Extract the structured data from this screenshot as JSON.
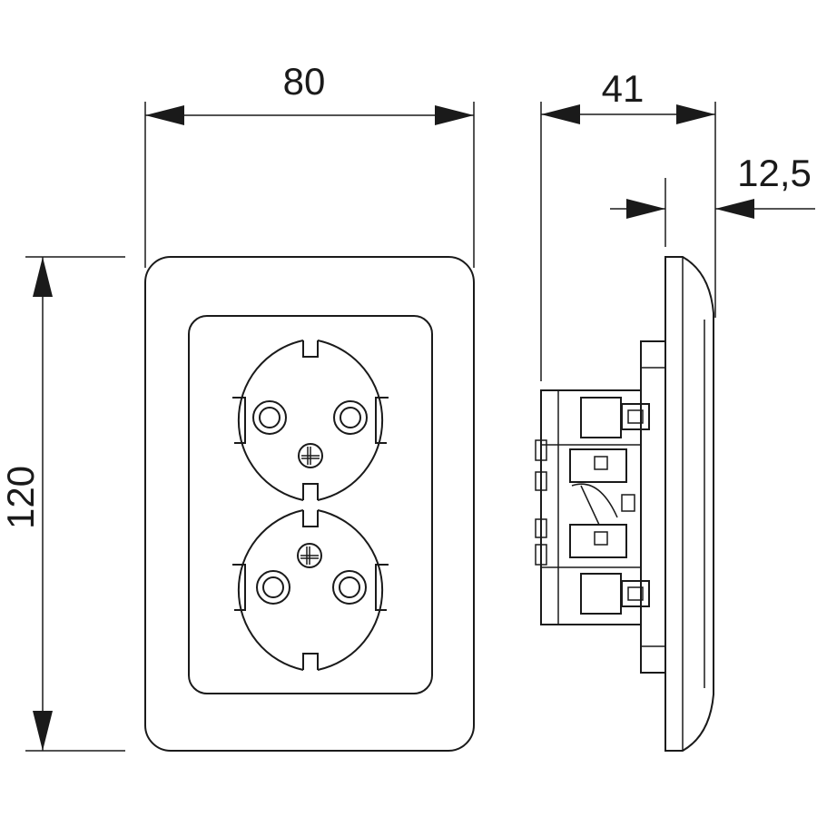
{
  "dimensions": {
    "width": "80",
    "height": "120",
    "depth": "41",
    "plate_thickness": "12,5"
  }
}
